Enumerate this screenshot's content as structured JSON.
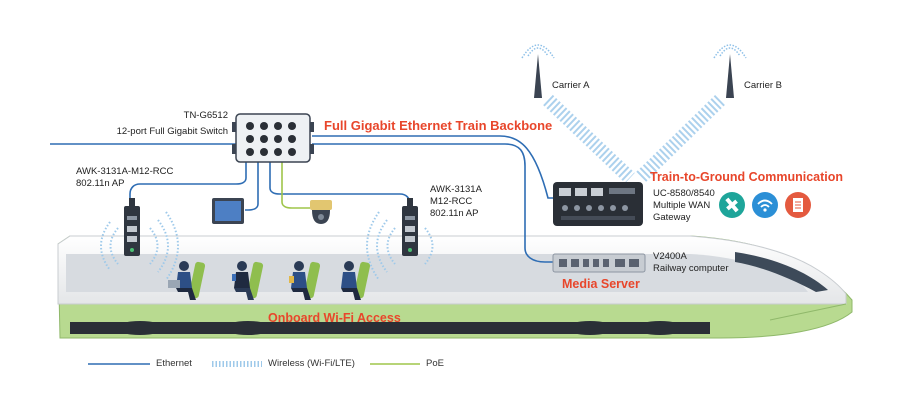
{
  "switch": {
    "model": "TN-G6512",
    "desc": "12-port Full Gigabit Switch"
  },
  "backbone_title": "Full Gigabit Ethernet Train Backbone",
  "ap_left": {
    "line1": "AWK-3131A-M12-RCC",
    "line2": "802.11n AP"
  },
  "ap_right": {
    "line1": "AWK-3131A",
    "line2": "M12-RCC",
    "line3": "802.11n AP"
  },
  "carrier_a": "Carrier A",
  "carrier_b": "Carrier B",
  "t2g_title": "Train-to-Ground Communication",
  "gateway": {
    "line1": "UC-8580/8540",
    "line2": "Multiple WAN",
    "line3": "Gateway"
  },
  "computer": {
    "line1": "V2400A",
    "line2": "Railway computer"
  },
  "media_server": "Media Server",
  "wifi_access": "Onboard Wi-Fi Access",
  "legend": {
    "ethernet": "Ethernet",
    "wireless": "Wireless (Wi-Fi/LTE)",
    "poe": "PoE"
  },
  "colors": {
    "ethernet": "#2e6db4",
    "wireless": "#9ec9ea",
    "poe": "#9fc54a",
    "accent_red": "#e8462b",
    "train_green": "#b5d98a",
    "teal_icon": "#1ea59a",
    "blue_icon": "#2b8fd6",
    "red_icon": "#e45a3f"
  },
  "icons": [
    "antenna-icon",
    "satellite-icon",
    "wifi-icon",
    "document-icon",
    "person-icon",
    "monitor-icon",
    "camera-icon"
  ]
}
